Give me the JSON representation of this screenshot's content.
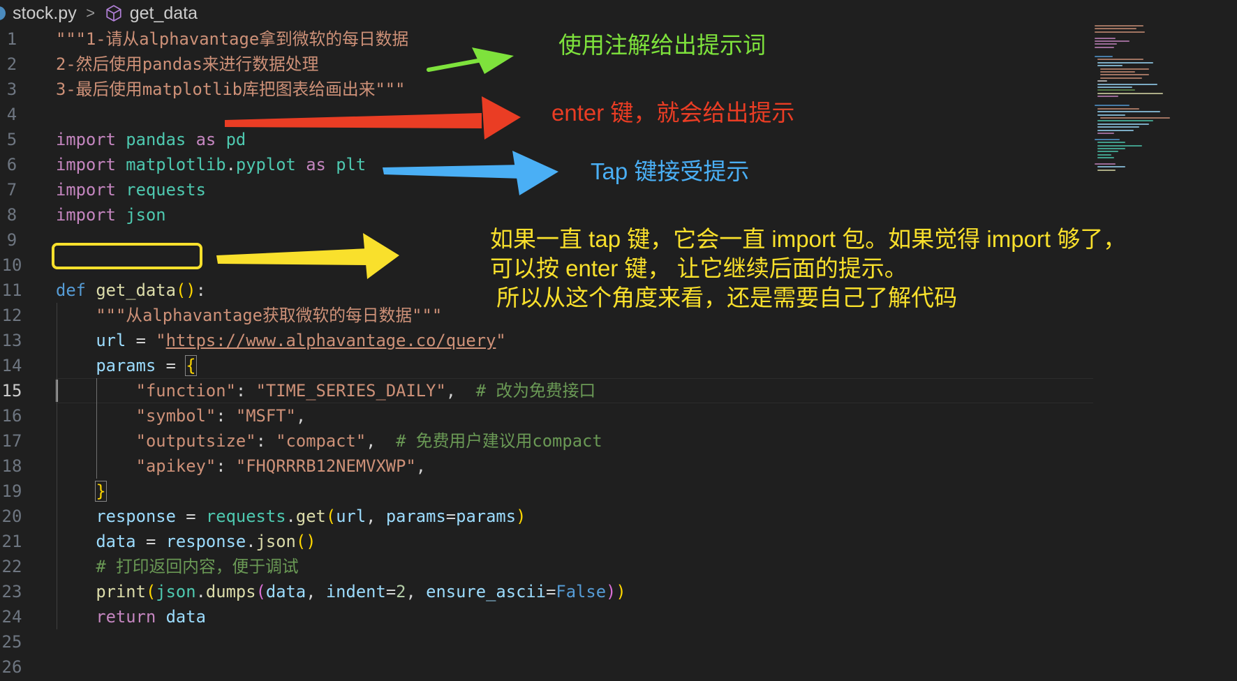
{
  "breadcrumb": {
    "file": "stock.py",
    "symbol": "get_data",
    "separator": ">"
  },
  "annotations": {
    "prompt_comment": "使用注解给出提示词",
    "enter_hint": "enter 键，就会给出提示",
    "tap_hint": "Tap 键接受提示",
    "explanation_line1": "如果一直 tap 键，它会一直 import 包。如果觉得 import 够了，",
    "explanation_line2": "可以按 enter 键， 让它继续后面的提示。",
    "explanation_line3": " 所以从这个角度来看，还是需要自己了解代码"
  },
  "colors": {
    "editor_bg": "#1f1f1f",
    "green_note": "#7ee23c",
    "red_note": "#ea3d24",
    "blue_note": "#4aaff5",
    "yellow_note": "#f9e02c"
  },
  "editor": {
    "active_line": 15,
    "lines": [
      {
        "n": "1",
        "tokens": [
          {
            "c": "str",
            "t": "\"\"\"1-请从alphavantage拿到微软的每日数据"
          }
        ]
      },
      {
        "n": "2",
        "tokens": [
          {
            "c": "str",
            "t": "2-然后使用pandas来进行数据处理"
          }
        ]
      },
      {
        "n": "3",
        "tokens": [
          {
            "c": "str",
            "t": "3-最后使用matplotlib库把图表给画出来\"\"\""
          }
        ]
      },
      {
        "n": "4",
        "tokens": []
      },
      {
        "n": "5",
        "tokens": [
          {
            "c": "kw",
            "t": "import"
          },
          {
            "c": "plain",
            "t": " "
          },
          {
            "c": "mod",
            "t": "pandas"
          },
          {
            "c": "plain",
            "t": " "
          },
          {
            "c": "kw",
            "t": "as"
          },
          {
            "c": "plain",
            "t": " "
          },
          {
            "c": "mod",
            "t": "pd"
          }
        ]
      },
      {
        "n": "6",
        "tokens": [
          {
            "c": "kw",
            "t": "import"
          },
          {
            "c": "plain",
            "t": " "
          },
          {
            "c": "mod",
            "t": "matplotlib"
          },
          {
            "c": "plain",
            "t": "."
          },
          {
            "c": "mod",
            "t": "pyplot"
          },
          {
            "c": "plain",
            "t": " "
          },
          {
            "c": "kw",
            "t": "as"
          },
          {
            "c": "plain",
            "t": " "
          },
          {
            "c": "mod",
            "t": "plt"
          }
        ]
      },
      {
        "n": "7",
        "tokens": [
          {
            "c": "kw",
            "t": "import"
          },
          {
            "c": "plain",
            "t": " "
          },
          {
            "c": "mod",
            "t": "requests"
          }
        ]
      },
      {
        "n": "8",
        "tokens": [
          {
            "c": "kw",
            "t": "import"
          },
          {
            "c": "plain",
            "t": " "
          },
          {
            "c": "mod",
            "t": "json"
          }
        ]
      },
      {
        "n": "9",
        "tokens": []
      },
      {
        "n": "10",
        "tokens": []
      },
      {
        "n": "11",
        "tokens": [
          {
            "c": "kw2",
            "t": "def"
          },
          {
            "c": "plain",
            "t": " "
          },
          {
            "c": "fn",
            "t": "get_data"
          },
          {
            "c": "p1",
            "t": "()"
          },
          {
            "c": "plain",
            "t": ":"
          }
        ]
      },
      {
        "n": "12",
        "tokens": [
          {
            "c": "plain",
            "t": "    "
          },
          {
            "c": "str",
            "t": "\"\"\"从alphavantage获取微软的每日数据\"\"\""
          }
        ]
      },
      {
        "n": "13",
        "tokens": [
          {
            "c": "plain",
            "t": "    "
          },
          {
            "c": "var",
            "t": "url"
          },
          {
            "c": "plain",
            "t": " = "
          },
          {
            "c": "str",
            "t": "\""
          },
          {
            "c": "str link",
            "t": "https://www.alphavantage.co/query"
          },
          {
            "c": "str",
            "t": "\""
          }
        ]
      },
      {
        "n": "14",
        "tokens": [
          {
            "c": "plain",
            "t": "    "
          },
          {
            "c": "var",
            "t": "params"
          },
          {
            "c": "plain",
            "t": " = "
          },
          {
            "c": "p1 br-hl",
            "t": "{"
          }
        ]
      },
      {
        "n": "15",
        "tokens": [
          {
            "c": "plain",
            "t": "        "
          },
          {
            "c": "str",
            "t": "\"function\""
          },
          {
            "c": "plain",
            "t": ": "
          },
          {
            "c": "str",
            "t": "\"TIME_SERIES_DAILY\""
          },
          {
            "c": "plain",
            "t": ",  "
          },
          {
            "c": "cmt",
            "t": "# 改为免费接口"
          }
        ]
      },
      {
        "n": "16",
        "tokens": [
          {
            "c": "plain",
            "t": "        "
          },
          {
            "c": "str",
            "t": "\"symbol\""
          },
          {
            "c": "plain",
            "t": ": "
          },
          {
            "c": "str",
            "t": "\"MSFT\""
          },
          {
            "c": "plain",
            "t": ","
          }
        ]
      },
      {
        "n": "17",
        "tokens": [
          {
            "c": "plain",
            "t": "        "
          },
          {
            "c": "str",
            "t": "\"outputsize\""
          },
          {
            "c": "plain",
            "t": ": "
          },
          {
            "c": "str",
            "t": "\"compact\""
          },
          {
            "c": "plain",
            "t": ",  "
          },
          {
            "c": "cmt",
            "t": "# 免费用户建议用compact"
          }
        ]
      },
      {
        "n": "18",
        "tokens": [
          {
            "c": "plain",
            "t": "        "
          },
          {
            "c": "str",
            "t": "\"apikey\""
          },
          {
            "c": "plain",
            "t": ": "
          },
          {
            "c": "str",
            "t": "\"FHQRRRB12NEMVXWP\""
          },
          {
            "c": "plain",
            "t": ","
          }
        ]
      },
      {
        "n": "19",
        "tokens": [
          {
            "c": "plain",
            "t": "    "
          },
          {
            "c": "p1 br-hl",
            "t": "}"
          }
        ]
      },
      {
        "n": "20",
        "tokens": [
          {
            "c": "plain",
            "t": "    "
          },
          {
            "c": "var",
            "t": "response"
          },
          {
            "c": "plain",
            "t": " = "
          },
          {
            "c": "mod",
            "t": "requests"
          },
          {
            "c": "plain",
            "t": "."
          },
          {
            "c": "fn",
            "t": "get"
          },
          {
            "c": "p1",
            "t": "("
          },
          {
            "c": "var",
            "t": "url"
          },
          {
            "c": "plain",
            "t": ", "
          },
          {
            "c": "var",
            "t": "params"
          },
          {
            "c": "plain",
            "t": "="
          },
          {
            "c": "var",
            "t": "params"
          },
          {
            "c": "p1",
            "t": ")"
          }
        ]
      },
      {
        "n": "21",
        "tokens": [
          {
            "c": "plain",
            "t": "    "
          },
          {
            "c": "var",
            "t": "data"
          },
          {
            "c": "plain",
            "t": " = "
          },
          {
            "c": "var",
            "t": "response"
          },
          {
            "c": "plain",
            "t": "."
          },
          {
            "c": "fn",
            "t": "json"
          },
          {
            "c": "p1",
            "t": "()"
          }
        ]
      },
      {
        "n": "22",
        "tokens": [
          {
            "c": "plain",
            "t": "    "
          },
          {
            "c": "cmt",
            "t": "# 打印返回内容，便于调试"
          }
        ]
      },
      {
        "n": "23",
        "tokens": [
          {
            "c": "plain",
            "t": "    "
          },
          {
            "c": "fn",
            "t": "print"
          },
          {
            "c": "p1",
            "t": "("
          },
          {
            "c": "mod",
            "t": "json"
          },
          {
            "c": "plain",
            "t": "."
          },
          {
            "c": "fn",
            "t": "dumps"
          },
          {
            "c": "p2",
            "t": "("
          },
          {
            "c": "var",
            "t": "data"
          },
          {
            "c": "plain",
            "t": ", "
          },
          {
            "c": "var",
            "t": "indent"
          },
          {
            "c": "plain",
            "t": "="
          },
          {
            "c": "num",
            "t": "2"
          },
          {
            "c": "plain",
            "t": ", "
          },
          {
            "c": "var",
            "t": "ensure_ascii"
          },
          {
            "c": "plain",
            "t": "="
          },
          {
            "c": "kw2",
            "t": "False"
          },
          {
            "c": "p2",
            "t": ")"
          },
          {
            "c": "p1",
            "t": ")"
          }
        ]
      },
      {
        "n": "24",
        "tokens": [
          {
            "c": "plain",
            "t": "    "
          },
          {
            "c": "kw",
            "t": "return"
          },
          {
            "c": "plain",
            "t": " "
          },
          {
            "c": "var",
            "t": "data"
          }
        ]
      },
      {
        "n": "25",
        "tokens": []
      },
      {
        "n": "26",
        "tokens": []
      }
    ]
  }
}
